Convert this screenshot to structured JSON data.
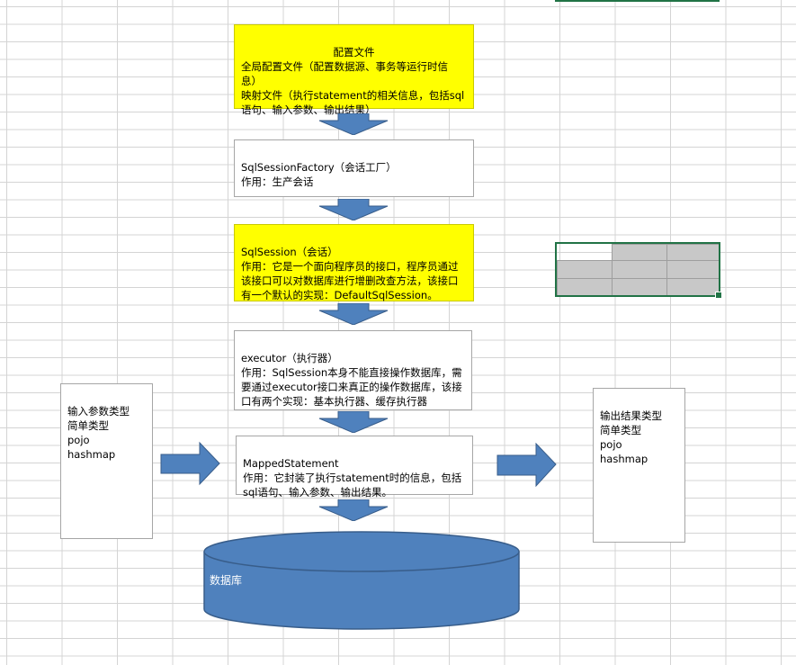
{
  "colors": {
    "accent_fill": "#ffff00",
    "shape_blue": "#4f81bd",
    "shape_outline": "#385d8a",
    "grid": "#d4d4d4",
    "selection": "#217346"
  },
  "boxes": {
    "config": {
      "title": "配置文件",
      "body": "全局配置文件（配置数据源、事务等运行时信息）\n映射文件（执行statement的相关信息，包括sql语句、输入参数、输出结果）"
    },
    "factory": {
      "body": "SqlSessionFactory（会话工厂）\n作用：生产会话"
    },
    "session": {
      "body": "SqlSession（会话）\n作用：它是一个面向程序员的接口，程序员通过该接口可以对数据库进行增删改查方法，该接口有一个默认的实现：DefaultSqlSession。"
    },
    "executor": {
      "body": "executor（执行器）\n作用：SqlSession本身不能直接操作数据库，需要通过executor接口来真正的操作数据库，该接口有两个实现：基本执行器、缓存执行器"
    },
    "mapped": {
      "body": "MappedStatement\n作用：它封装了执行statement时的信息，包括sql语句、输入参数、输出结果。"
    },
    "input": {
      "body": "输入参数类型\n简单类型\npojo\nhashmap"
    },
    "output": {
      "body": "输出结果类型\n简单类型\npojo\nhashmap"
    }
  },
  "database": {
    "label": "数据库"
  }
}
